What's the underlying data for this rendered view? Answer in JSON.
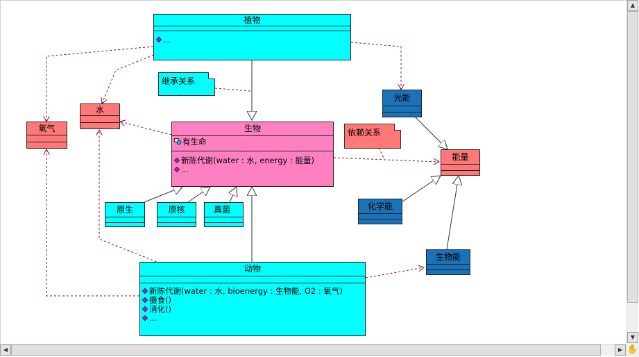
{
  "diagram": {
    "classes": {
      "plant": {
        "name": "植物",
        "ops": [
          "..."
        ]
      },
      "water": {
        "name": "水"
      },
      "oxygen": {
        "name": "氧气"
      },
      "organism": {
        "name": "生物",
        "attrs": [
          "有生命"
        ],
        "ops": [
          "新陈代谢(water : 水, energy : 能量)",
          "..."
        ]
      },
      "protist": {
        "name": "原生"
      },
      "prokaryote": {
        "name": "原核"
      },
      "fungus": {
        "name": "真菌"
      },
      "animal": {
        "name": "动物",
        "ops": [
          "新陈代谢(water : 水, bioenergy : 生物能, O2 : 氧气)",
          "摄食()",
          "消化()",
          "..."
        ]
      },
      "light_energy": {
        "name": "光能"
      },
      "energy": {
        "name": "能量"
      },
      "chemical_energy": {
        "name": "化学能"
      },
      "bio_energy": {
        "name": "生物能"
      }
    },
    "notes": {
      "inheritance": "继承关系",
      "dependency": "依赖关系"
    }
  },
  "colors": {
    "cyan": "#00ffff",
    "pink": "#ff80c0",
    "salmon": "#ff7777",
    "blue": "#1a72b8",
    "dependency_line": "#8b0a3c"
  },
  "icons": {
    "operation": "operation-icon",
    "attribute": "attribute-icon",
    "hand_cursor": "hand-icon"
  }
}
